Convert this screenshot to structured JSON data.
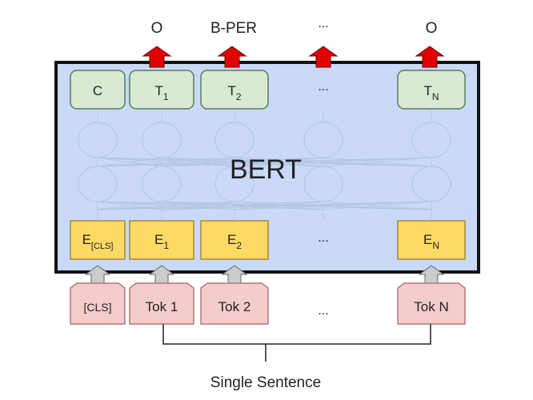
{
  "diagram": {
    "model_label": "BERT",
    "input_caption": "Single Sentence",
    "ellipsis": "...",
    "outputs": [
      "O",
      "B-PER",
      "...",
      "O"
    ],
    "hidden_states": [
      {
        "base": "C",
        "sub": ""
      },
      {
        "base": "T",
        "sub": "1"
      },
      {
        "base": "T",
        "sub": "2"
      },
      {
        "base": "T",
        "sub": "N"
      }
    ],
    "embeddings": [
      {
        "base": "E",
        "sub": "[CLS]"
      },
      {
        "base": "E",
        "sub": "1"
      },
      {
        "base": "E",
        "sub": "2"
      },
      {
        "base": "E",
        "sub": "N"
      }
    ],
    "tokens": [
      "[CLS]",
      "Tok 1",
      "Tok 2",
      "Tok N"
    ]
  },
  "colors": {
    "bert_panel": "#c9d9f7",
    "hidden_box": "#d9ead3",
    "hidden_border": "#5a7a5a",
    "embedding_box": "#ffd966",
    "embedding_border": "#a08a30",
    "token_box": "#f4cccc",
    "token_border": "#b07a7a",
    "output_arrow": "#e00000",
    "input_arrow": "#cccccc"
  }
}
